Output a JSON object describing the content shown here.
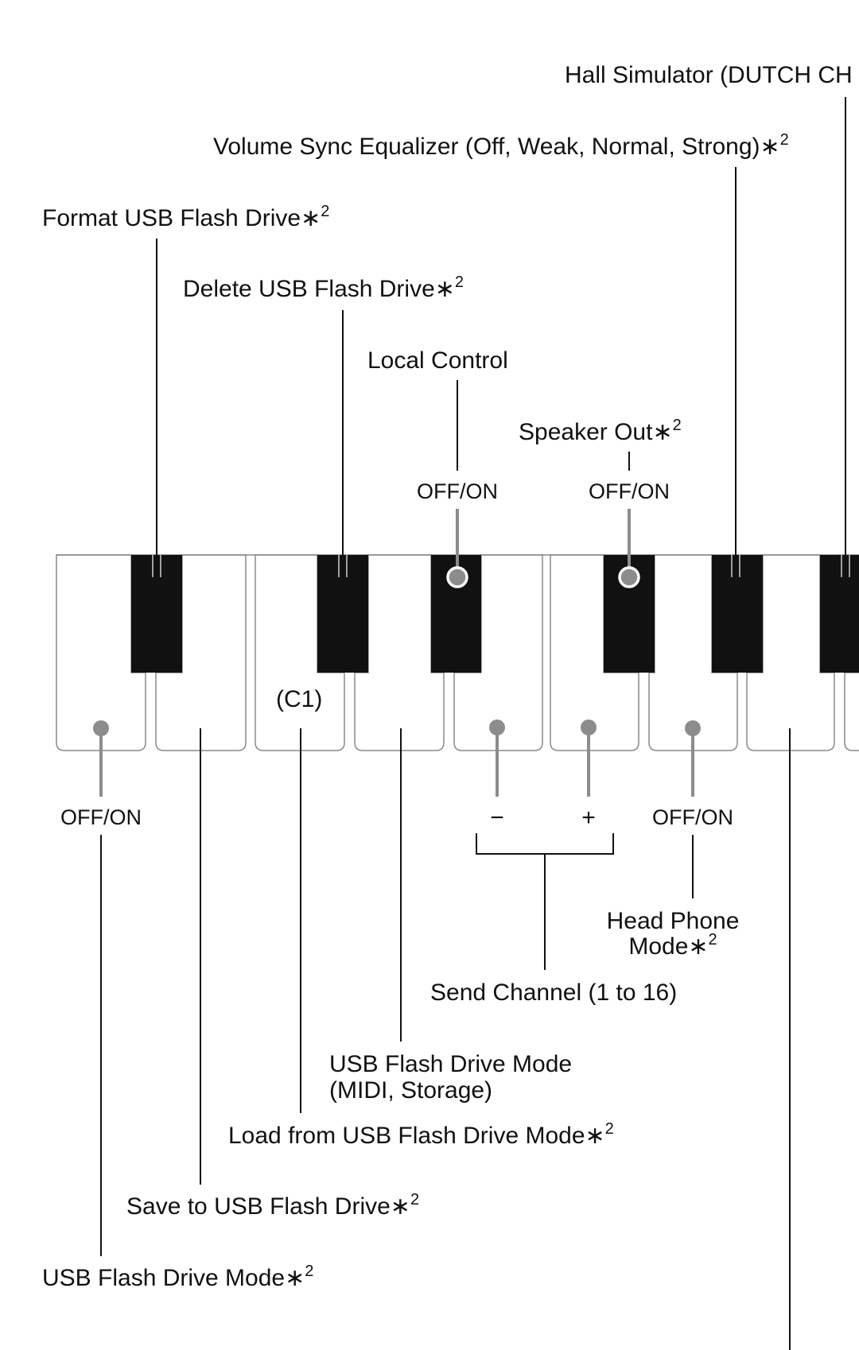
{
  "labels": {
    "hall_simulator": "Hall Simulator (DUTCH CH",
    "volume_sync": "Volume Sync Equalizer (Off, Weak, Normal, Strong)",
    "format_usb": "Format USB Flash Drive",
    "delete_usb": "Delete USB Flash Drive",
    "local_control": "Local Control",
    "speaker_out": "Speaker Out",
    "usb_mode_bottom": "USB Flash Drive Mode",
    "save_usb": "Save to USB Flash Drive",
    "load_usb": "Load from USB Flash Drive Mode",
    "usb_mode_midi_1": "USB Flash Drive Mode",
    "usb_mode_midi_2": "(MIDI, Storage)",
    "send_channel": "Send Channel (1 to 16)",
    "headphone_1": "Head Phone",
    "headphone_2": "Mode",
    "c1": "(C1)",
    "minus": "−",
    "plus": "+"
  },
  "toggles": {
    "local_control": "OFF/ON",
    "speaker_out": "OFF/ON",
    "usb_mode": "OFF/ON",
    "headphone": "OFF/ON"
  },
  "footnote": {
    "star": "∗",
    "num": "2"
  },
  "colors": {
    "black_key": "#111111",
    "marker": "#8c8c8c"
  }
}
